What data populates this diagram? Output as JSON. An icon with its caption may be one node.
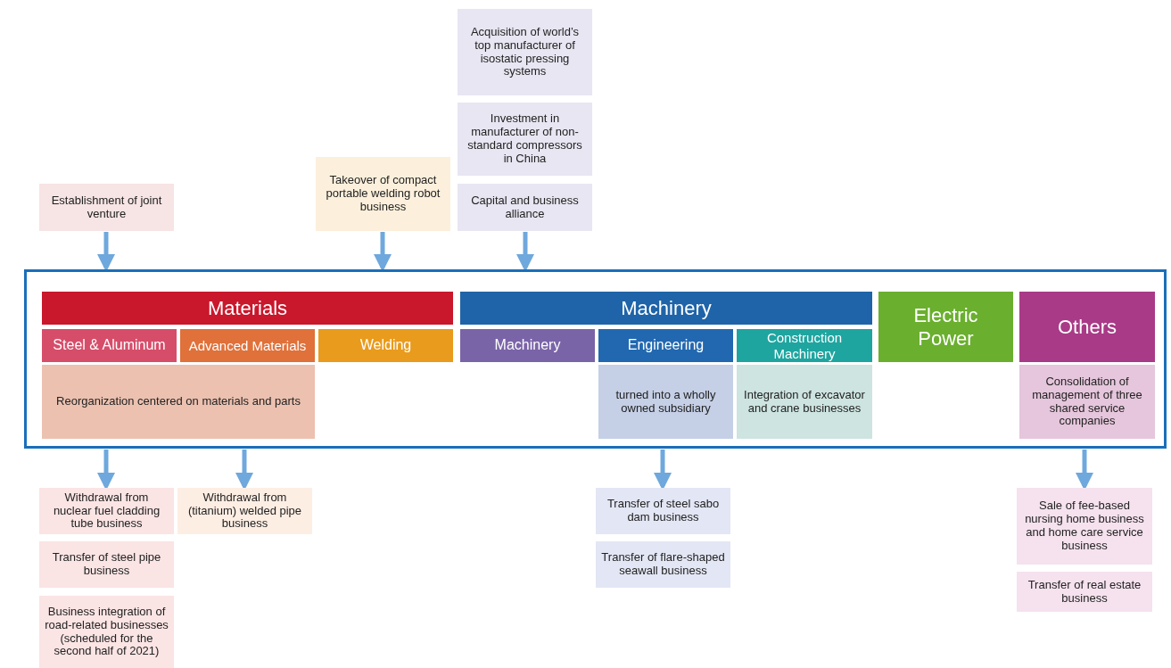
{
  "diagram": {
    "nodes": [
      {
        "text": [
          "Establishment of joint venture"
        ]
      },
      {
        "text": [
          "Takeover of compact portable welding robot business"
        ]
      },
      {
        "text": [
          "Acquisition of world’s top manufacturer of isostatic pressing systems"
        ]
      },
      {
        "text": [
          "Investment in manufacturer of non-standard compressors in China"
        ]
      },
      {
        "text": [
          "Capital and business alliance"
        ]
      },
      {
        "text": [],
        "shape": "box"
      },
      {
        "text": [
          "Materials"
        ],
        "in": 5
      },
      {
        "text": [
          "Machinery"
        ],
        "in": 5
      },
      {
        "text": [
          "Electric Power"
        ],
        "in": 5
      },
      {
        "text": [
          "Others"
        ],
        "in": 5
      },
      {
        "text": [
          "Steel & Aluminum"
        ],
        "in": 5
      },
      {
        "text": [
          "Advanced Materials"
        ],
        "in": 5
      },
      {
        "text": [
          "Welding"
        ],
        "in": 5
      },
      {
        "text": [
          "Machinery"
        ],
        "in": 5
      },
      {
        "text": [
          "Engineering"
        ],
        "in": 5
      },
      {
        "text": [
          "Construction Machinery"
        ],
        "in": 5
      },
      {
        "text": [
          "Reorganization centered on materials and parts"
        ],
        "in": 5
      },
      {
        "text": [
          "turned into a wholly owned subsidiary"
        ],
        "in": 5
      },
      {
        "text": [
          "Integration of excavator and crane businesses"
        ],
        "in": 5
      },
      {
        "text": [
          "Consolidation of management of three shared service companies"
        ],
        "in": 5
      },
      {
        "text": [
          "Withdrawal from nuclear fuel cladding tube business"
        ]
      },
      {
        "text": [
          "Transfer of steel pipe business"
        ]
      },
      {
        "text": [
          "Business integration of road-related businesses (scheduled for the second half of 2021)"
        ]
      },
      {
        "text": [
          "Withdrawal from (titanium) welded pipe business"
        ]
      },
      {
        "text": [
          "Transfer of steel sabo dam business"
        ]
      },
      {
        "text": [
          "Transfer of flare-shaped seawall business"
        ]
      },
      {
        "text": [
          "Sale of fee-based nursing home business and home care service business"
        ]
      },
      {
        "text": [
          "Transfer of real estate business"
        ]
      }
    ],
    "edges": [
      {
        "from": 0,
        "to": 5,
        "arrow": "to"
      },
      {
        "from": 1,
        "to": 5,
        "arrow": "to"
      },
      {
        "from": 4,
        "to": 5,
        "arrow": "to"
      },
      {
        "from": 5,
        "to": 20,
        "arrow": "to"
      },
      {
        "from": 5,
        "to": 23,
        "arrow": "to"
      },
      {
        "from": 5,
        "to": 24,
        "arrow": "to"
      },
      {
        "from": 5,
        "to": 26,
        "arrow": "to"
      }
    ]
  }
}
